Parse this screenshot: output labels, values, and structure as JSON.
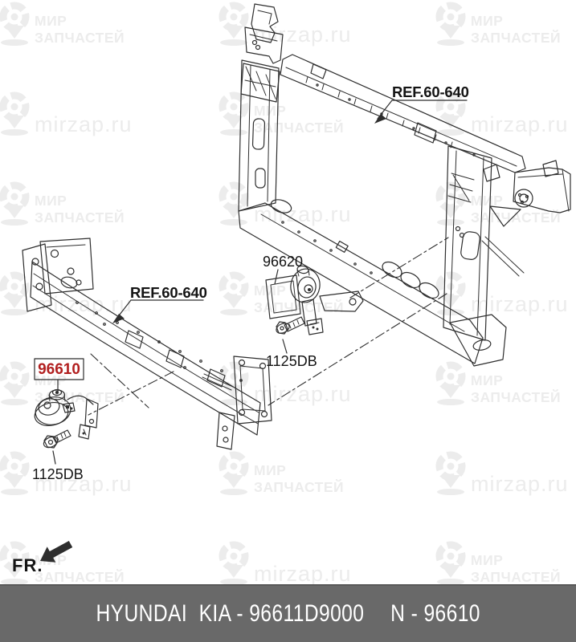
{
  "watermark": {
    "brand_line1": "МИР",
    "brand_line2": "ЗАПЧАСТЕЙ",
    "domain": "mirzap.ru"
  },
  "diagram": {
    "labels": {
      "ref_top": "REF.60-640",
      "ref_beam": "REF.60-640",
      "horn_upper": "96620",
      "bolt_upper": "1125DB",
      "horn_lower": "96610",
      "bolt_lower": "1125DB",
      "front_indicator": "FR."
    }
  },
  "footer": {
    "left": "HYUNDAI  KIA - 96611D9000",
    "right": "N - 96610"
  },
  "colors": {
    "page_bg": "#ffffff",
    "line_color": "#2e2e2e",
    "wm_color": "#ececec",
    "highlight_bg": "#ef7f7f",
    "highlight_text": "#b22020",
    "footer_bg": "#696969",
    "footer_text": "#ffffff"
  }
}
